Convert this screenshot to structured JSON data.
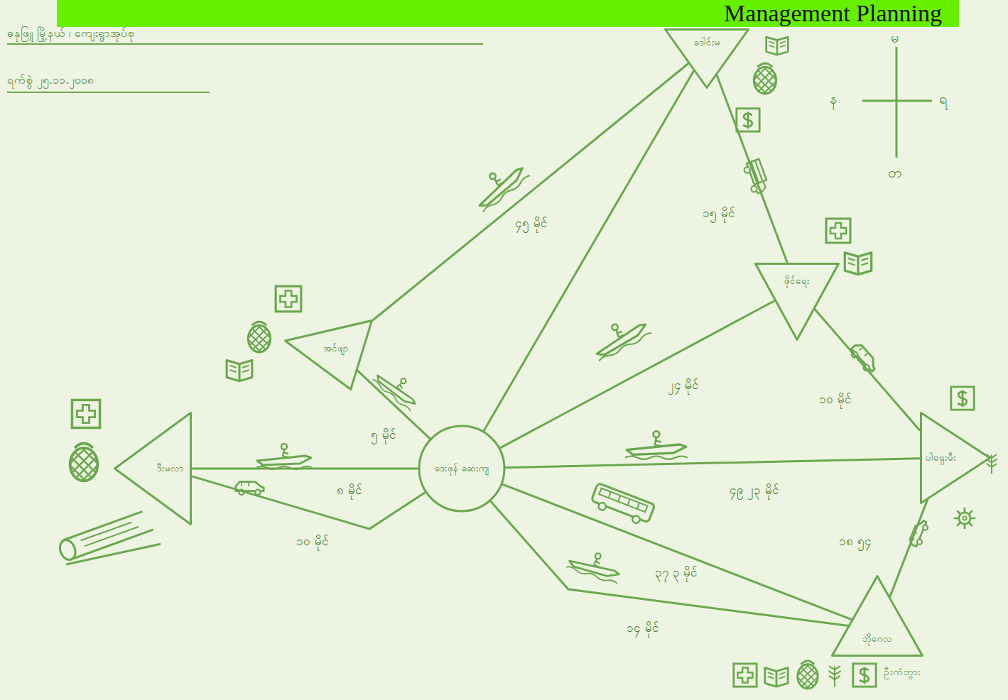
{
  "diagram": {
    "title": "Management Planning",
    "nodes": [
      {
        "text": [
          "ဒေးဖုန် ဆေးကျ"
        ]
      },
      {
        "text": [
          "ဒီးမလာ"
        ]
      },
      {
        "text": [
          "အင်ဖျာ"
        ]
      },
      {
        "text": [
          "ဒေါင်းမ"
        ]
      },
      {
        "text": [
          "ဖိုင်ရေး"
        ]
      },
      {
        "text": [
          "ပါရှေးမီး"
        ]
      },
      {
        "text": [
          "ဘိုဂေလ"
        ]
      }
    ],
    "edges": [
      {
        "from": 1,
        "to": 0,
        "arrow": "none",
        "label": "၈ မိုင်"
      },
      {
        "from": 1,
        "to": 0,
        "arrow": "none",
        "label": "၁၀ မိုင်"
      },
      {
        "from": 0,
        "to": 2,
        "arrow": "none",
        "label": "၅ မိုင်"
      },
      {
        "from": 2,
        "to": 3,
        "arrow": "none",
        "label": "၄၅ မိုင်"
      },
      {
        "from": 0,
        "to": 3,
        "arrow": "none"
      },
      {
        "from": 3,
        "to": 4,
        "arrow": "none",
        "label": "၁၅ မိုင်"
      },
      {
        "from": 0,
        "to": 4,
        "arrow": "none",
        "label": "၂၄ မိုင်"
      },
      {
        "from": 4,
        "to": 5,
        "arrow": "none",
        "label": "၁၀ မိုင်"
      },
      {
        "from": 0,
        "to": 5,
        "arrow": "none",
        "label": "၄၉ ၂၃ မိုင်"
      },
      {
        "from": 0,
        "to": 6,
        "arrow": "none",
        "label": "၃၇ ၃ မိုင်"
      },
      {
        "from": 0,
        "to": 6,
        "arrow": "none",
        "label": "၁၄ မိုင်"
      },
      {
        "from": 5,
        "to": 6,
        "arrow": "none",
        "label": "၁၈ ၅၄"
      }
    ],
    "labels": [
      "ဓနုဖြူ မြို့နယ် ၊ ကျေးရွာအုပ်စု",
      "ရက်စွဲ ၂၅.၁၁.၂၀၀၈",
      "မ",
      "ရ",
      "န",
      "တ",
      "ဦးကံဘွား"
    ]
  }
}
